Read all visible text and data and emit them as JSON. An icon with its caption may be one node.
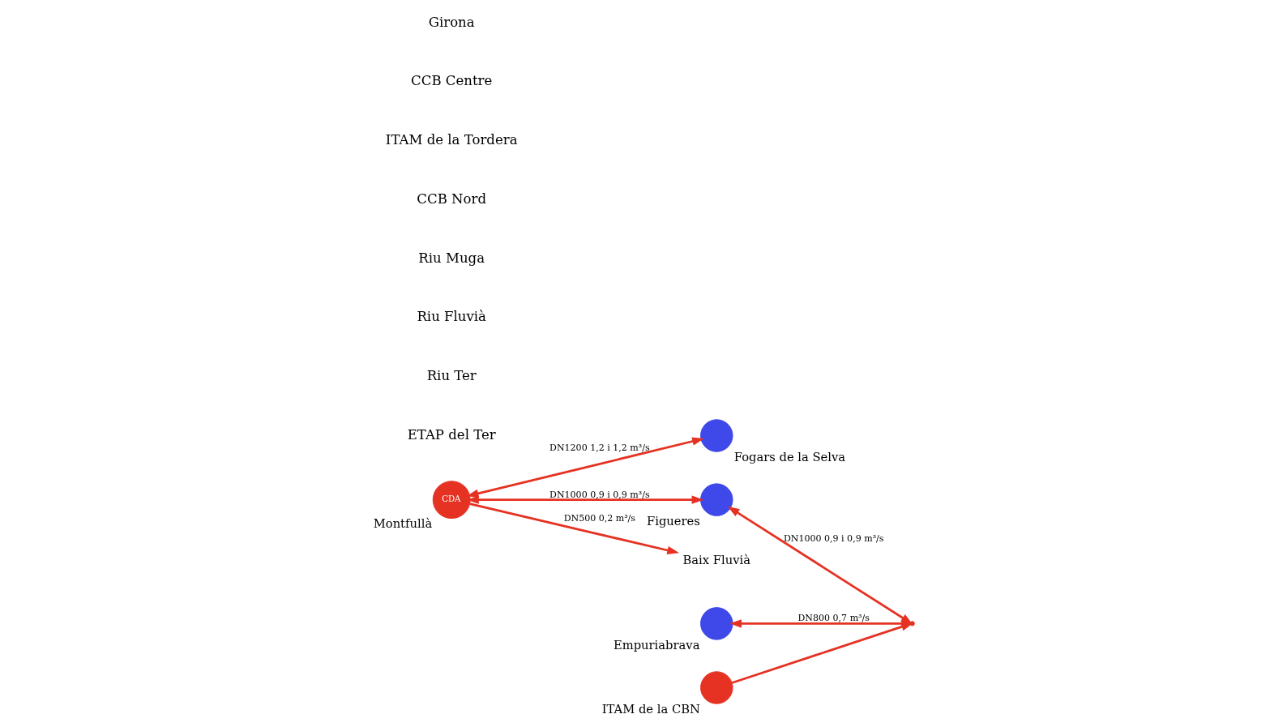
{
  "diagram": {
    "nodes": [
      {
        "text": [],
        "shape": "circle",
        "beside": [
          "Fogars de la Selva"
        ]
      },
      {
        "text": [
          "CDA"
        ],
        "beside": [
          "Montfullà"
        ]
      },
      {
        "text": [],
        "shape": "circle",
        "beside": [
          "Figueres"
        ]
      },
      {
        "text": [
          "Baix Fluvià"
        ]
      },
      {
        "text": [],
        "shape": "circle",
        "beside": [
          "Empuriabrava"
        ]
      },
      {
        "text": [],
        "shape": "point"
      },
      {
        "text": [],
        "shape": "circle",
        "beside": [
          "ITAM de la CBN"
        ]
      }
    ],
    "edges": [
      {
        "from": 1,
        "to": 0,
        "arrow": "both",
        "label": "DN1200 1,2 i 1,2 m³/s"
      },
      {
        "from": 1,
        "to": 2,
        "arrow": "both",
        "label": "DN1000 0,9 i 0,9 m³/s"
      },
      {
        "from": 1,
        "to": 3,
        "arrow": "to",
        "label": "DN500 0,2 m³/s"
      },
      {
        "from": 2,
        "to": 5,
        "arrow": "both",
        "label": "DN1000 0,9 i 0,9 m³/s"
      },
      {
        "from": 4,
        "to": 5,
        "arrow": "both",
        "label": "DN800 0,7 m³/s"
      },
      {
        "from": 6,
        "to": 5,
        "arrow": "to"
      }
    ],
    "labels": [
      "ETAP del Ter",
      "Riu Ter",
      "Riu Fluvià",
      "Riu Muga",
      "CCB Nord",
      "ITAM de la Tordera",
      "CCB Centre",
      "Girona"
    ]
  }
}
